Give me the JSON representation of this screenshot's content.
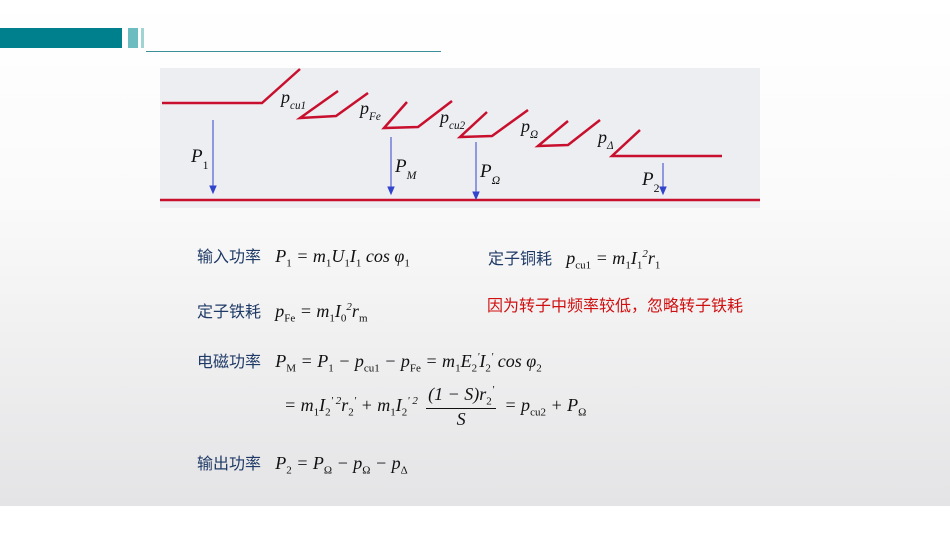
{
  "theme": {
    "accent": "#00808c",
    "loss_line": "#c8102e",
    "arrow": "#3344cc",
    "note_color": "#d01010"
  },
  "diagram": {
    "labels": {
      "P1": "P_{1}",
      "pcu1": "p_{cu1}",
      "pFe": "p_{Fe}",
      "PM": "P_{M}",
      "pcu2": "p_{cu2}",
      "POmega": "P_{Ω}",
      "pOmega": "p_{Ω}",
      "pDelta": "p_{Δ}",
      "P2": "P_{2}"
    }
  },
  "formulas": {
    "input": {
      "label": "输入功率",
      "expr": "P_{1} = m_{1}U_{1}I_{1} cos φ_{1}"
    },
    "stator_copper": {
      "label": "定子铜耗",
      "expr": "p_{cu1} = m_{1}I_{1}^{2}r_{1}"
    },
    "stator_iron": {
      "label": "定子铁耗",
      "expr": "p_{Fe} = m_{1}I_{0}^{2}r_{m}"
    },
    "note": "因为转子中频率较低，忽略转子铁耗",
    "electromagnetic": {
      "label": "电磁功率",
      "expr": "P_{M} = P_{1} − p_{cu1} − p_{Fe} = m_{1}E_{2}^{'}I_{2}^{'} cos φ_{2}",
      "line2_left": "= m_{1}I_{2}^{' 2}r_{2}^{'} + m_{1}I_{2}^{' 2}",
      "frac_num": "(1 − S)r_{2}^{'}",
      "frac_den": "S",
      "line2_right": "= p_{cu2} + P_{Ω}"
    },
    "output": {
      "label": "输出功率",
      "expr": "P_{2} = P_{Ω} − p_{Ω} − p_{Δ}"
    }
  }
}
